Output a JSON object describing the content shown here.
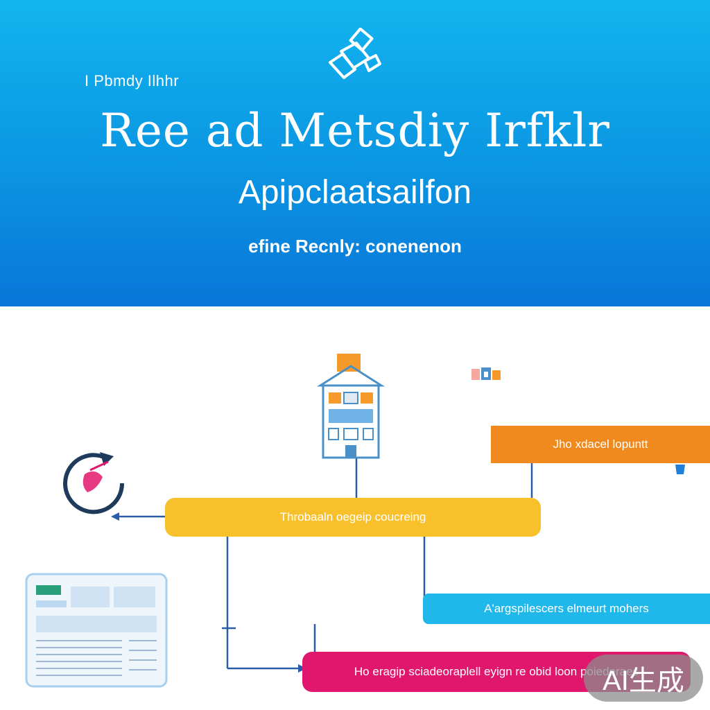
{
  "hero": {
    "eyebrow": "I Pbmdy Ilhhr",
    "title": "Ree ad Metsdiy Irfklr",
    "subtitle": "Apipclaatsailfon",
    "tagline": "efine Recnly: conenenon",
    "logo_icon": "brush-icon"
  },
  "diagram": {
    "bars": {
      "orange": "Jho xdacel lopuntt",
      "yellow": "Throbaaln oegeip coucreing",
      "cyan": "A'argspilescers elmeurt mohers",
      "pink": "Ho eragip sciadeoraplell eyign re obid loon poiederaes"
    },
    "icons": {
      "building": "building-icon",
      "small_badge": "badge-icon",
      "refresh": "refresh-icon",
      "document": "document-icon"
    },
    "colors": {
      "hero_top": "#12b5ef",
      "hero_bottom": "#0a76d8",
      "orange": "#f08a1e",
      "yellow": "#f8c12c",
      "cyan": "#20b7ea",
      "pink": "#e0176c",
      "connector": "#2a5ca8"
    }
  },
  "watermark": "AI生成"
}
